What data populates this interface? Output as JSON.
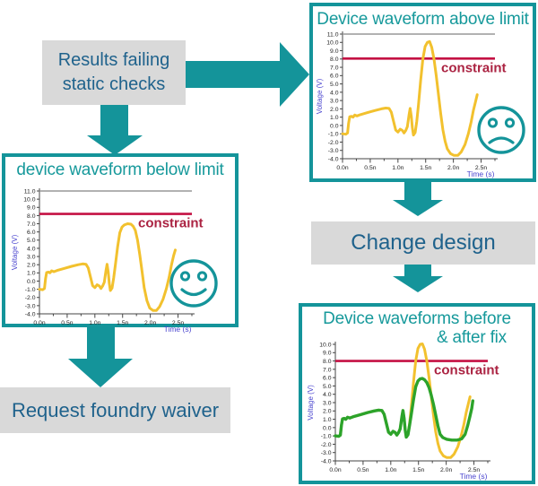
{
  "palette": {
    "teal": "#14949a",
    "title_teal": "#16999b",
    "node_gray": "#d9d9d9",
    "node_text_blue": "#1f628c",
    "waveform_yellow": "#f2c12e",
    "waveform_green": "#2ca32a",
    "constraint_red": "#c41143",
    "constraint_label_red": "#ab2342",
    "axis_label_blue": "#4a45cf",
    "axis_gray": "#444444",
    "limit_line_gray": "#999999"
  },
  "nodes": {
    "results": {
      "line1": "Results failing",
      "line2": "static checks"
    },
    "waiver": {
      "label": "Request foundry waiver"
    },
    "change": {
      "label": "Change design"
    },
    "fix_box": {
      "title_line1": "Device waveforms before",
      "title_line2": "& after fix"
    }
  },
  "icons": {
    "above_box": "sad-face",
    "below_box": "smiley-face"
  },
  "chart_data": [
    {
      "id": "above_limit",
      "type": "line",
      "title": "Device waveform above limit",
      "ylabel": "Voltage (V)",
      "xlabel": "Time (s)",
      "ylim": [
        -4,
        11
      ],
      "xlim": [
        0,
        2.75
      ],
      "y_ticks": [
        11.0,
        10.0,
        9.0,
        8.0,
        7.0,
        6.0,
        5.0,
        4.0,
        3.0,
        2.0,
        1.0,
        0.0,
        -1.0,
        -2.0,
        -3.0,
        -4.0
      ],
      "x_tick_values": [
        0,
        0.5,
        1.0,
        1.5,
        2.0,
        2.5
      ],
      "x_tick_labels": [
        "0.0n",
        "0.5n",
        "1.0n",
        "1.5n",
        "2.0n",
        "2.5n"
      ],
      "top_line": 11,
      "constraint": {
        "label": "constraint",
        "value": 8.05,
        "color": "#c41143",
        "label_color": "#ab2342"
      },
      "series": [
        {
          "name": "device waveform",
          "color": "#f2c12e",
          "points": [
            [
              0,
              -1
            ],
            [
              0.06,
              -1.05
            ],
            [
              0.09,
              -0.9
            ],
            [
              0.11,
              0.3
            ],
            [
              0.13,
              1.05
            ],
            [
              0.16,
              1.1
            ],
            [
              0.19,
              1
            ],
            [
              0.22,
              1.25
            ],
            [
              0.26,
              1.15
            ],
            [
              0.32,
              1.3
            ],
            [
              0.45,
              1.55
            ],
            [
              0.58,
              1.8
            ],
            [
              0.7,
              2
            ],
            [
              0.78,
              2.1
            ],
            [
              0.84,
              2.05
            ],
            [
              0.88,
              1.6
            ],
            [
              0.92,
              0.5
            ],
            [
              0.96,
              -0.55
            ],
            [
              1,
              -0.8
            ],
            [
              1.04,
              -0.45
            ],
            [
              1.08,
              -0.6
            ],
            [
              1.11,
              -0.9
            ],
            [
              1.14,
              -0.6
            ],
            [
              1.17,
              -0.15
            ],
            [
              1.2,
              1.3
            ],
            [
              1.22,
              2.05
            ],
            [
              1.24,
              1.1
            ],
            [
              1.26,
              -0.3
            ],
            [
              1.28,
              -1.15
            ],
            [
              1.31,
              -0.85
            ],
            [
              1.34,
              0.5
            ],
            [
              1.37,
              2.5
            ],
            [
              1.41,
              5.5
            ],
            [
              1.45,
              8
            ],
            [
              1.49,
              9.5
            ],
            [
              1.53,
              10
            ],
            [
              1.57,
              10.1
            ],
            [
              1.61,
              9.4
            ],
            [
              1.65,
              8
            ],
            [
              1.69,
              6
            ],
            [
              1.73,
              3.8
            ],
            [
              1.77,
              1.5
            ],
            [
              1.81,
              -0.5
            ],
            [
              1.85,
              -1.9
            ],
            [
              1.89,
              -2.8
            ],
            [
              1.95,
              -3.4
            ],
            [
              2.01,
              -3.6
            ],
            [
              2.08,
              -3.6
            ],
            [
              2.14,
              -3.2
            ],
            [
              2.21,
              -2.3
            ],
            [
              2.27,
              -1
            ],
            [
              2.32,
              0.4
            ],
            [
              2.36,
              1.8
            ],
            [
              2.4,
              2.9
            ],
            [
              2.43,
              3.7
            ]
          ]
        }
      ]
    },
    {
      "id": "below_limit",
      "type": "line",
      "title": "device waveform below limit",
      "ylabel": "Voltage (V)",
      "xlabel": "Time (s)",
      "ylim": [
        -4,
        11
      ],
      "xlim": [
        0,
        2.75
      ],
      "y_ticks": [
        11.0,
        10.0,
        9.0,
        8.0,
        7.0,
        6.0,
        5.0,
        4.0,
        3.0,
        2.0,
        1.0,
        0.0,
        -1.0,
        -2.0,
        -3.0,
        -4.0
      ],
      "x_tick_values": [
        0,
        0.5,
        1.0,
        1.5,
        2.0,
        2.5
      ],
      "x_tick_labels": [
        "0.0n",
        "0.5n",
        "1.0n",
        "1.5n",
        "2.0n",
        "2.5n"
      ],
      "top_line": 11,
      "constraint": {
        "label": "constraint",
        "value": 8.2,
        "color": "#c41143",
        "label_color": "#ab2342"
      },
      "series": [
        {
          "name": "device waveform",
          "color": "#f2c12e",
          "points": [
            [
              0,
              -1
            ],
            [
              0.06,
              -1.05
            ],
            [
              0.09,
              -0.9
            ],
            [
              0.11,
              0.3
            ],
            [
              0.13,
              1.05
            ],
            [
              0.16,
              1.1
            ],
            [
              0.19,
              1
            ],
            [
              0.22,
              1.25
            ],
            [
              0.26,
              1.15
            ],
            [
              0.32,
              1.3
            ],
            [
              0.45,
              1.55
            ],
            [
              0.58,
              1.8
            ],
            [
              0.7,
              2
            ],
            [
              0.78,
              2.1
            ],
            [
              0.84,
              2.05
            ],
            [
              0.88,
              1.6
            ],
            [
              0.92,
              0.5
            ],
            [
              0.96,
              -0.55
            ],
            [
              1,
              -0.8
            ],
            [
              1.04,
              -0.45
            ],
            [
              1.08,
              -0.6
            ],
            [
              1.11,
              -0.9
            ],
            [
              1.14,
              -0.6
            ],
            [
              1.17,
              -0.15
            ],
            [
              1.2,
              1.3
            ],
            [
              1.22,
              2.05
            ],
            [
              1.24,
              1.1
            ],
            [
              1.26,
              -0.3
            ],
            [
              1.28,
              -1.15
            ],
            [
              1.31,
              -0.85
            ],
            [
              1.34,
              0.4
            ],
            [
              1.37,
              2
            ],
            [
              1.41,
              4.2
            ],
            [
              1.45,
              5.9
            ],
            [
              1.49,
              6.6
            ],
            [
              1.53,
              6.85
            ],
            [
              1.59,
              7
            ],
            [
              1.65,
              6.95
            ],
            [
              1.69,
              6.7
            ],
            [
              1.73,
              6.2
            ],
            [
              1.77,
              5
            ],
            [
              1.81,
              3.2
            ],
            [
              1.85,
              1.2
            ],
            [
              1.89,
              -0.8
            ],
            [
              1.94,
              -2.4
            ],
            [
              1.99,
              -3.3
            ],
            [
              2.05,
              -3.6
            ],
            [
              2.11,
              -3.6
            ],
            [
              2.17,
              -3.1
            ],
            [
              2.23,
              -2.2
            ],
            [
              2.29,
              -0.9
            ],
            [
              2.34,
              0.5
            ],
            [
              2.38,
              1.9
            ],
            [
              2.42,
              3.1
            ],
            [
              2.45,
              3.8
            ]
          ]
        }
      ]
    },
    {
      "id": "before_after",
      "type": "line",
      "title": "Device waveforms before & after fix",
      "ylabel": "Voltage (V)",
      "xlabel": "Time (s)",
      "ylim": [
        -4,
        10
      ],
      "xlim": [
        0,
        2.75
      ],
      "y_ticks": [
        10.0,
        9.0,
        8.0,
        7.0,
        6.0,
        5.0,
        4.0,
        3.0,
        2.0,
        1.0,
        0.0,
        -1.0,
        -2.0,
        -3.0,
        -4.0
      ],
      "x_tick_values": [
        0,
        0.5,
        1.0,
        1.5,
        2.0,
        2.5
      ],
      "x_tick_labels": [
        "0.0n",
        "0.5n",
        "1.0n",
        "1.5n",
        "2.0n",
        "2.5n"
      ],
      "top_line": null,
      "constraint": {
        "label": "constraint",
        "value": 8.0,
        "color": "#c41143",
        "label_color": "#ab2342"
      },
      "series": [
        {
          "name": "before fix",
          "color": "#f2c12e",
          "points": [
            [
              0,
              -1
            ],
            [
              0.06,
              -1.05
            ],
            [
              0.09,
              -0.9
            ],
            [
              0.11,
              0.3
            ],
            [
              0.13,
              1.05
            ],
            [
              0.16,
              1.1
            ],
            [
              0.19,
              1
            ],
            [
              0.22,
              1.25
            ],
            [
              0.26,
              1.15
            ],
            [
              0.32,
              1.3
            ],
            [
              0.45,
              1.55
            ],
            [
              0.58,
              1.8
            ],
            [
              0.7,
              2
            ],
            [
              0.78,
              2.1
            ],
            [
              0.84,
              2.05
            ],
            [
              0.88,
              1.6
            ],
            [
              0.92,
              0.5
            ],
            [
              0.96,
              -0.55
            ],
            [
              1,
              -0.8
            ],
            [
              1.04,
              -0.45
            ],
            [
              1.08,
              -0.6
            ],
            [
              1.11,
              -0.9
            ],
            [
              1.14,
              -0.6
            ],
            [
              1.17,
              -0.15
            ],
            [
              1.2,
              1.3
            ],
            [
              1.22,
              2.05
            ],
            [
              1.24,
              1.1
            ],
            [
              1.26,
              -0.3
            ],
            [
              1.28,
              -1.15
            ],
            [
              1.31,
              -0.85
            ],
            [
              1.34,
              0.5
            ],
            [
              1.37,
              2.5
            ],
            [
              1.41,
              5.5
            ],
            [
              1.45,
              8
            ],
            [
              1.49,
              9.5
            ],
            [
              1.53,
              10
            ],
            [
              1.57,
              10.05
            ],
            [
              1.61,
              9.4
            ],
            [
              1.65,
              8
            ],
            [
              1.69,
              6
            ],
            [
              1.73,
              3.8
            ],
            [
              1.77,
              1.5
            ],
            [
              1.81,
              -0.5
            ],
            [
              1.85,
              -1.9
            ],
            [
              1.89,
              -2.8
            ],
            [
              1.95,
              -3.4
            ],
            [
              2.01,
              -3.6
            ],
            [
              2.08,
              -3.6
            ],
            [
              2.14,
              -3.2
            ],
            [
              2.21,
              -2.3
            ],
            [
              2.27,
              -1
            ],
            [
              2.32,
              0.4
            ],
            [
              2.36,
              1.8
            ],
            [
              2.4,
              2.9
            ],
            [
              2.43,
              3.7
            ]
          ]
        },
        {
          "name": "after fix",
          "color": "#2ca32a",
          "points": [
            [
              0,
              -1
            ],
            [
              0.06,
              -1.05
            ],
            [
              0.09,
              -0.9
            ],
            [
              0.11,
              0.3
            ],
            [
              0.13,
              1.05
            ],
            [
              0.16,
              1.1
            ],
            [
              0.19,
              1
            ],
            [
              0.22,
              1.25
            ],
            [
              0.26,
              1.15
            ],
            [
              0.32,
              1.3
            ],
            [
              0.45,
              1.55
            ],
            [
              0.58,
              1.8
            ],
            [
              0.7,
              2
            ],
            [
              0.78,
              2.1
            ],
            [
              0.84,
              2.05
            ],
            [
              0.88,
              1.6
            ],
            [
              0.92,
              0.5
            ],
            [
              0.96,
              -0.55
            ],
            [
              1,
              -0.8
            ],
            [
              1.04,
              -0.45
            ],
            [
              1.08,
              -0.6
            ],
            [
              1.11,
              -0.9
            ],
            [
              1.14,
              -0.6
            ],
            [
              1.17,
              -0.15
            ],
            [
              1.2,
              1.3
            ],
            [
              1.22,
              2.05
            ],
            [
              1.24,
              1.1
            ],
            [
              1.26,
              -0.3
            ],
            [
              1.28,
              -1.15
            ],
            [
              1.31,
              -0.85
            ],
            [
              1.34,
              0.3
            ],
            [
              1.37,
              1.6
            ],
            [
              1.41,
              3.4
            ],
            [
              1.45,
              4.9
            ],
            [
              1.49,
              5.6
            ],
            [
              1.53,
              5.85
            ],
            [
              1.57,
              5.9
            ],
            [
              1.61,
              5.75
            ],
            [
              1.65,
              5.4
            ],
            [
              1.69,
              4.8
            ],
            [
              1.73,
              3.9
            ],
            [
              1.77,
              2.8
            ],
            [
              1.81,
              1.5
            ],
            [
              1.85,
              0.2
            ],
            [
              1.89,
              -0.8
            ],
            [
              1.94,
              -1.2
            ],
            [
              2.01,
              -1.4
            ],
            [
              2.1,
              -1.5
            ],
            [
              2.2,
              -1.5
            ],
            [
              2.28,
              -1.35
            ],
            [
              2.34,
              -0.8
            ],
            [
              2.39,
              0.3
            ],
            [
              2.43,
              1.4
            ],
            [
              2.46,
              2.3
            ],
            [
              2.48,
              3.2
            ]
          ]
        }
      ]
    }
  ]
}
